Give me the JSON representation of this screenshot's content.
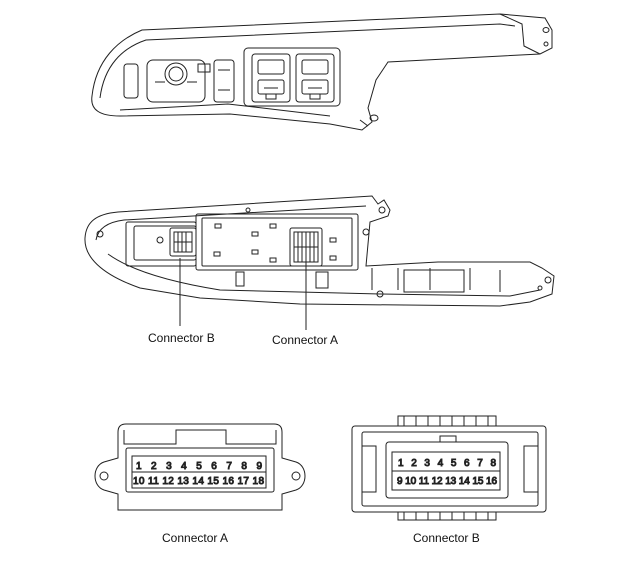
{
  "labels": {
    "connector_b_top": "Connector B",
    "connector_a_top": "Connector A",
    "connector_a_bottom": "Connector A",
    "connector_b_bottom": "Connector B"
  },
  "connector_a": {
    "row1": [
      "1",
      "2",
      "3",
      "4",
      "5",
      "6",
      "7",
      "8",
      "9"
    ],
    "row2": [
      "10",
      "11",
      "12",
      "13",
      "14",
      "15",
      "16",
      "17",
      "18"
    ]
  },
  "connector_b": {
    "row1": [
      "1",
      "2",
      "3",
      "4",
      "5",
      "6",
      "7",
      "8"
    ],
    "row2": [
      "9",
      "10",
      "11",
      "12",
      "13",
      "14",
      "15",
      "16"
    ]
  }
}
